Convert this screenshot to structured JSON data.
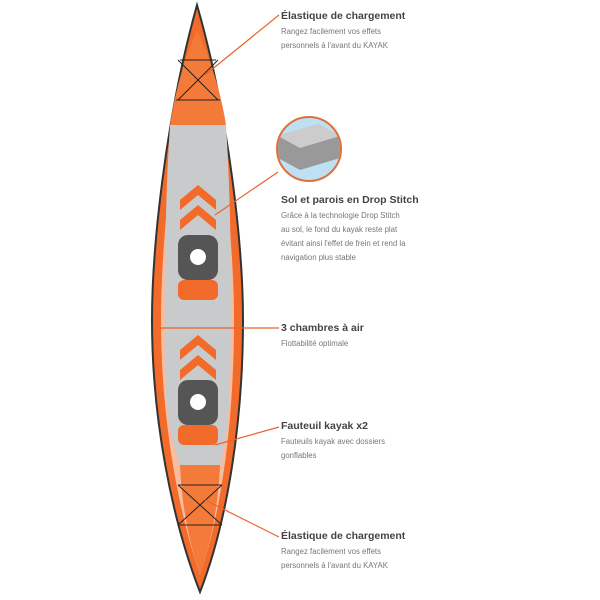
{
  "features": [
    {
      "title": "Élastique de chargement",
      "desc": [
        "Rangez facilement vos effets",
        "personnels à l'avant du KAYAK"
      ]
    },
    {
      "title": "Sol et parois en Drop Stitch",
      "desc": [
        "Grâce à la technologie Drop Stitch",
        "au sol, le fond du kayak reste plat",
        "évitant ainsi l'effet de frein et rend la",
        "navigation plus stable"
      ]
    },
    {
      "title": "3 chambres à air",
      "desc": [
        "Flottabilité optimale"
      ]
    },
    {
      "title": "Fauteuil kayak x2",
      "desc": [
        "Fauteuils kayak avec dossiers",
        "gonflables"
      ]
    },
    {
      "title": "Élastique de chargement",
      "desc": [
        "Rangez facilement vos effets",
        "personnels à l'avant du KAYAK"
      ]
    }
  ],
  "colors": {
    "accent": "#e8642c",
    "hull": "#f26b2a",
    "floor": "#c9cacc",
    "text": "#444444"
  }
}
